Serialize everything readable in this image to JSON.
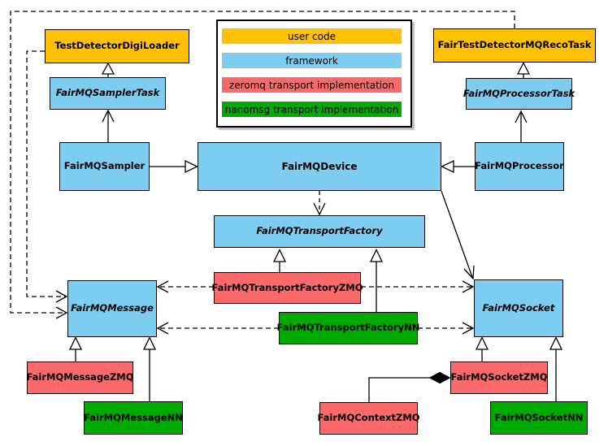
{
  "legend": {
    "items": [
      {
        "label": "user code",
        "color": "#FFC107"
      },
      {
        "label": "framework",
        "color": "#7DCDF1"
      },
      {
        "label": "zeromq transport implementation",
        "color": "#FA6A6D"
      },
      {
        "label": "nanomsg transport implementation",
        "color": "#00AA00"
      }
    ]
  },
  "nodes": [
    {
      "label": "TestDetectorDigiLoader",
      "category": "user code",
      "abstract": false
    },
    {
      "label": "FairTestDetectorMQRecoTask",
      "category": "user code",
      "abstract": false
    },
    {
      "label": "FairMQSamplerTask",
      "category": "framework",
      "abstract": true
    },
    {
      "label": "FairMQProcessorTask",
      "category": "framework",
      "abstract": true
    },
    {
      "label": "FairMQSampler",
      "category": "framework",
      "abstract": false
    },
    {
      "label": "FairMQDevice",
      "category": "framework",
      "abstract": false
    },
    {
      "label": "FairMQProcessor",
      "category": "framework",
      "abstract": false
    },
    {
      "label": "FairMQTransportFactory",
      "category": "framework",
      "abstract": true
    },
    {
      "label": "FairMQTransportFactoryZMQ",
      "category": "zeromq transport implementation",
      "abstract": false
    },
    {
      "label": "FairMQTransportFactoryNN",
      "category": "nanomsg transport implementation",
      "abstract": false
    },
    {
      "label": "FairMQMessage",
      "category": "framework",
      "abstract": true
    },
    {
      "label": "FairMQSocket",
      "category": "framework",
      "abstract": true
    },
    {
      "label": "FairMQMessageZMQ",
      "category": "zeromq transport implementation",
      "abstract": false
    },
    {
      "label": "FairMQMessageNN",
      "category": "nanomsg transport implementation",
      "abstract": false
    },
    {
      "label": "FairMQContextZMQ",
      "category": "zeromq transport implementation",
      "abstract": false
    },
    {
      "label": "FairMQSocketZMQ",
      "category": "zeromq transport implementation",
      "abstract": false
    },
    {
      "label": "FairMQSocketNN",
      "category": "nanomsg transport implementation",
      "abstract": false
    }
  ],
  "relations": [
    {
      "from": "FairMQSamplerTask",
      "to": "TestDetectorDigiLoader",
      "type": "generalization-hollow-triangle"
    },
    {
      "from": "FairMQProcessorTask",
      "to": "FairTestDetectorMQRecoTask",
      "type": "generalization-hollow-triangle"
    },
    {
      "from": "FairMQSampler",
      "to": "FairMQSamplerTask",
      "type": "open-arrow"
    },
    {
      "from": "FairMQProcessor",
      "to": "FairMQProcessorTask",
      "type": "open-arrow"
    },
    {
      "from": "FairMQSampler",
      "to": "FairMQDevice",
      "type": "generalization-hollow-triangle"
    },
    {
      "from": "FairMQProcessor",
      "to": "FairMQDevice",
      "type": "generalization-hollow-triangle"
    },
    {
      "from": "FairMQDevice",
      "to": "FairMQTransportFactory",
      "type": "dashed-open-arrow"
    },
    {
      "from": "FairMQDevice",
      "to": "FairMQSocket",
      "type": "open-arrow"
    },
    {
      "from": "FairMQTransportFactoryZMQ",
      "to": "FairMQTransportFactory",
      "type": "generalization-hollow-triangle"
    },
    {
      "from": "FairMQTransportFactoryNN",
      "to": "FairMQTransportFactory",
      "type": "generalization-hollow-triangle"
    },
    {
      "from": "FairMQTransportFactoryZMQ",
      "to": "FairMQMessage",
      "type": "dashed-open-arrow"
    },
    {
      "from": "FairMQTransportFactoryNN",
      "to": "FairMQMessage",
      "type": "dashed-open-arrow"
    },
    {
      "from": "FairMQTransportFactoryZMQ",
      "to": "FairMQSocket",
      "type": "dashed-open-arrow"
    },
    {
      "from": "FairMQTransportFactoryNN",
      "to": "FairMQSocket",
      "type": "dashed-open-arrow"
    },
    {
      "from": "TestDetectorDigiLoader",
      "to": "FairMQMessage",
      "type": "dashed-open-arrow"
    },
    {
      "from": "FairTestDetectorMQRecoTask",
      "to": "FairMQMessage",
      "type": "dashed-open-arrow"
    },
    {
      "from": "FairMQMessageZMQ",
      "to": "FairMQMessage",
      "type": "generalization-hollow-triangle"
    },
    {
      "from": "FairMQMessageNN",
      "to": "FairMQMessage",
      "type": "generalization-hollow-triangle"
    },
    {
      "from": "FairMQSocketZMQ",
      "to": "FairMQSocket",
      "type": "generalization-hollow-triangle"
    },
    {
      "from": "FairMQSocketNN",
      "to": "FairMQSocket",
      "type": "generalization-hollow-triangle"
    },
    {
      "from": "FairMQContextZMQ",
      "to": "FairMQSocketZMQ",
      "type": "composition-filled-diamond"
    }
  ],
  "colors": {
    "user_code": "#FFC107",
    "framework": "#7DCDF1",
    "zeromq": "#FA6A6D",
    "nanomsg": "#00AA00",
    "line": "#000000",
    "background": "#FFFFFF"
  }
}
